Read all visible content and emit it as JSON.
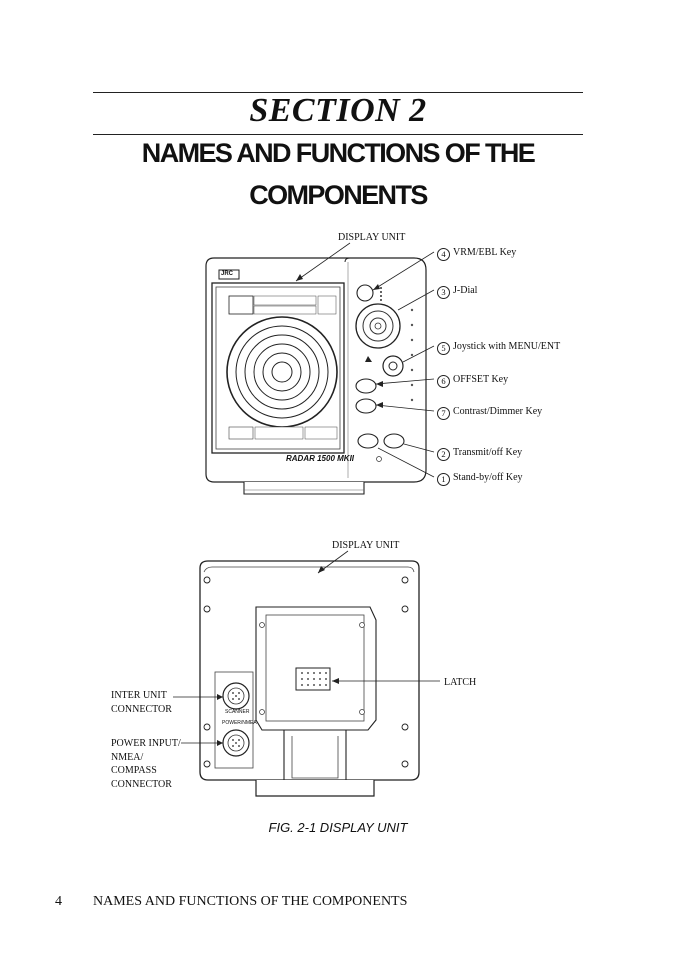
{
  "section": {
    "title": "SECTION 2"
  },
  "heading": {
    "line1": "NAMES AND FUNCTIONS OF THE",
    "line2": "COMPONENTS"
  },
  "front_figure": {
    "display_unit_label": "DISPLAY UNIT",
    "brand_logo": "JRC",
    "model_text": "RADAR 1500 MKII",
    "callouts": [
      {
        "num": "4",
        "text": "VRM/EBL Key"
      },
      {
        "num": "3",
        "text": "J-Dial"
      },
      {
        "num": "5",
        "text": "Joystick with MENU/ENT"
      },
      {
        "num": "6",
        "text": "OFFSET Key"
      },
      {
        "num": "7",
        "text": "Contrast/Dimmer Key"
      },
      {
        "num": "2",
        "text": "Transmit/off Key"
      },
      {
        "num": "1",
        "text": "Stand-by/off Key"
      }
    ]
  },
  "rear_figure": {
    "display_unit_label": "DISPLAY UNIT",
    "latch_label": "LATCH",
    "inter_unit_label": [
      "INTER UNIT",
      "CONNECTOR"
    ],
    "power_label": [
      "POWER INPUT/",
      "NMEA/",
      "COMPASS",
      "CONNECTOR"
    ],
    "scanner_text": "SCANNER",
    "power_small_text": "POWER/NMEA"
  },
  "caption": "FIG. 2-1  DISPLAY UNIT",
  "footer": {
    "page_number": "4",
    "text": "NAMES AND FUNCTIONS OF THE COMPONENTS"
  }
}
